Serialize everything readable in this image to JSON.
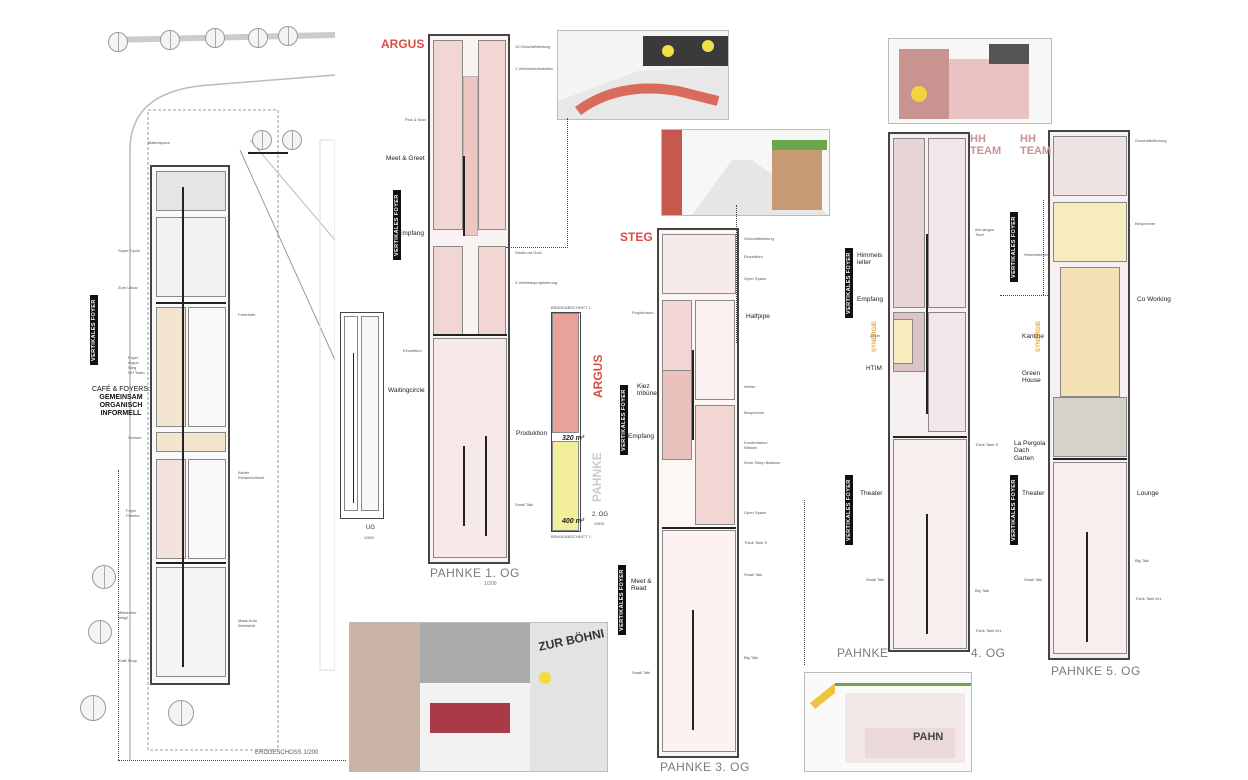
{
  "ground_floor": {
    "title": "ERDGESCHOSS 1/200",
    "foyer": "VERTIKALES FOYER",
    "cafe_heading": [
      "CAFÉ & FOYERS:",
      "GEMEINSAM",
      "ORGANISCH",
      "INFORMELL"
    ],
    "labels": {
      "makerspace": "Makerspace",
      "super_cycle": "Super Cycle",
      "zum_unkar": "Zum Unkar",
      "fahrrader": "Fahrräder",
      "foyer_argus": "Foyer\nArgus\nSteg\nHH Team",
      "seesee": "Seesee",
      "atelier": "Atelier\nElefanten/lackt",
      "foyer_pahnke": "Foyer\nPahnke",
      "mitbecher": "Mittbecher\nWeg0",
      "kraft_shop": "Kraft Shop",
      "maas_auto": "Maas Auto\nWerkstatt"
    }
  },
  "basement": {
    "title": "UG",
    "scale": "1/500"
  },
  "argus": {
    "tag": "ARGUS",
    "foyer": "VERTIKALES FOYER",
    "rooms": {
      "meet_greet": "Meet & Greet",
      "empfang": "Empfang",
      "waitingcircle": "Waitingcircle",
      "produktion": "Produktion"
    },
    "small": {
      "geschaeftsleitung": "10 Geschäftsleitung",
      "vertrieb": "1 Vertriebsmitarbeiter",
      "plus_now": "Plus & Now",
      "studio": "Studio rot Gold",
      "vertrieb2": "3 Vertriebsprojektierung",
      "einzelbuero": "Einzelbüro",
      "small_talk": "Small Talk"
    },
    "title": "PAHNKE 1. OG",
    "scale": "1/200"
  },
  "second_floor": {
    "tag": "ARGUS",
    "ghost": "PAHNKE",
    "area_top": "320 m²",
    "area_bottom": "400 m²",
    "brand1": "BRANDABSCHNITT 1",
    "brand2": "BRANDABSCHNITT 1",
    "title": "2. OG",
    "scale": "1/500"
  },
  "steg": {
    "tag": "STEG",
    "foyer_top": "VERTIKALES FOYER",
    "foyer_bottom": "VERTIKALES FOYER",
    "rooms": {
      "halfpipe": "Halfpipe",
      "kiez": "Kiez\ntribüne",
      "empfang": "Empfang",
      "meet_read": "Meet &\nRead"
    },
    "small": {
      "geschaeftsleitung": "Geschäftsleitung",
      "einzelbuero": "Einzelbüro",
      "open_space": "Open Space",
      "projektraum": "Projektraum",
      "atelier": "Atelier",
      "besprecher": "Besprecher",
      "kunden": "Kundenlabor/\nWissen",
      "work_sleep": "Work Sleep Balance",
      "open_space2": "Open Space",
      "think_tank": "Think Tank S",
      "small_talk": "Small Talk",
      "big_talk": "Big Talk",
      "small_talk2": "Small Talk"
    },
    "title": "PAHNKE 3. OG"
  },
  "fourth": {
    "team": "HH\nTEAM",
    "synergie": "SYNERGIE",
    "foyer_top": "VERTIKALES FOYER",
    "foyer_bottom": "VERTIKALES FOYER",
    "rooms": {
      "himmels": "Himmels\nleiter",
      "empfang": "Empfang",
      "htim": "HTIM",
      "theater": "Theater"
    },
    "small": {
      "langen_tisch": "Am langen\nTisch",
      "think_tank": "Think Tank S",
      "small_talk": "Small Talk",
      "big_talk": "Big Talk",
      "think_tank_ml": "Think Tank M-L",
      "zirkel": "Zirkel"
    },
    "title_left": "PAHNKE",
    "title_right": "4. OG"
  },
  "fifth": {
    "team": "HH\nTEAM",
    "synergie": "SYNERGIE",
    "foyer_top": "VERTIKALES FOYER",
    "foyer_bottom": "VERTIKALES FOYER",
    "rooms": {
      "co_working": "Co Working",
      "kantine": "Kantine",
      "green_house": "Green\nHouse",
      "pergola": "La Pergola\nDach\nGarten",
      "theater": "Theater",
      "lounge": "Lounge"
    },
    "small": {
      "geschaeftsfuehrung": "Geschäftsführung",
      "besprecher": "Besprecher",
      "himmelsleiter": "Himmelsleiter",
      "small_talk": "Small Talk",
      "big_talk": "Big Talk",
      "think_tank_ml": "Think Tank M-L"
    },
    "title": "PAHNKE 5. OG"
  },
  "sketch_sign": "ZUR BÖHNI",
  "sketch_sign2": "PAHN"
}
